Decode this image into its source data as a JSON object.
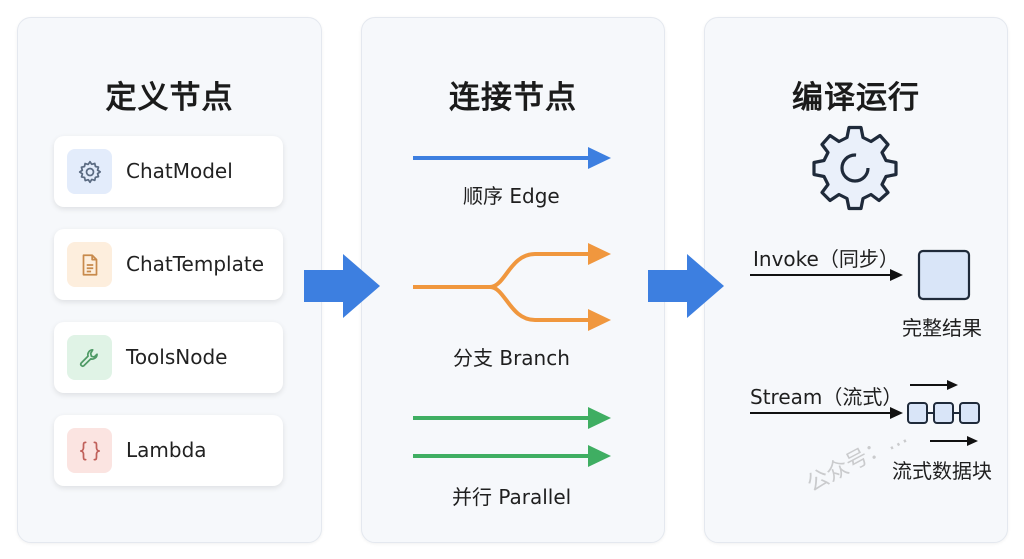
{
  "panels": {
    "define": {
      "title": "定义节点",
      "nodes": [
        {
          "label": "ChatModel",
          "icon": "gear-icon"
        },
        {
          "label": "ChatTemplate",
          "icon": "document-icon"
        },
        {
          "label": "ToolsNode",
          "icon": "wrench-icon"
        },
        {
          "label": "Lambda",
          "icon": "braces-icon"
        }
      ]
    },
    "connect": {
      "title": "连接节点",
      "edges": [
        {
          "label": "顺序 Edge",
          "color": "#3d7fe0"
        },
        {
          "label": "分支 Branch",
          "color": "#f0973e"
        },
        {
          "label": "并行 Parallel",
          "color": "#3fae62"
        }
      ]
    },
    "compile": {
      "title": "编译运行",
      "invoke_label": "Invoke（同步）",
      "invoke_result": "完整结果",
      "stream_label": "Stream（流式）",
      "stream_result": "流式数据块"
    }
  },
  "colors": {
    "flow_arrow": "#3d7fe0"
  },
  "watermark": "公众号：…"
}
